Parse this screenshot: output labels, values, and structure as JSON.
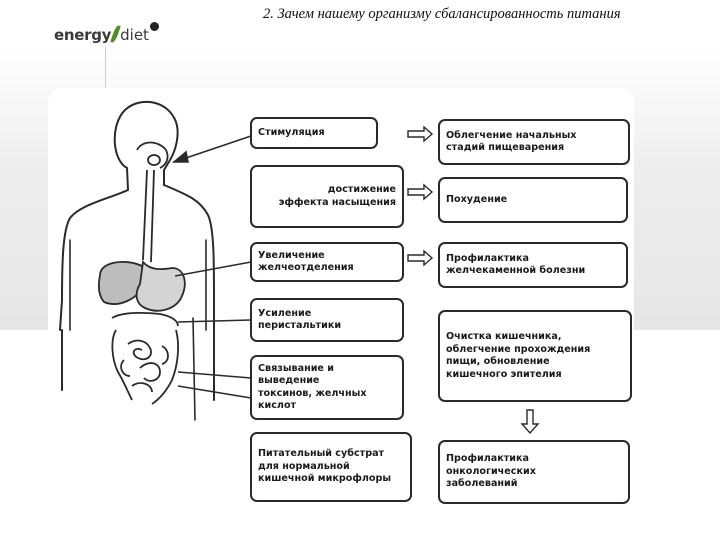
{
  "header": {
    "logo_text_energy": "energy",
    "logo_text_diet": "diet",
    "title": "2. Зачем нашему организму сбалансированность питания"
  },
  "effects": [
    {
      "id": "stimulation",
      "label": "Стимуляция"
    },
    {
      "id": "satiety",
      "label": "достижение\nэффекта насыщения"
    },
    {
      "id": "bile",
      "label": "Увеличение\nжелчеотделения"
    },
    {
      "id": "peristalsis",
      "label": "Усиление\nперистальтики"
    },
    {
      "id": "toxins",
      "label": "Связывание и выведение\nтоксинов, желчных кислот"
    },
    {
      "id": "substrate",
      "label": "Питательный субстрат\nдля нормальной\nкишечной микрофлоры"
    }
  ],
  "outcomes": [
    {
      "id": "initial-digestion",
      "label": "Облегчение начальных\nстадий пищеварения"
    },
    {
      "id": "weight-loss",
      "label": "Похудение"
    },
    {
      "id": "gallstone-prevention",
      "label": "Профилактика\nжелчекаменной болезни"
    },
    {
      "id": "intestine-cleansing",
      "label": "Очистка кишечника,\nоблегчение прохождения\nпищи, обновление\nкишечного эпителия"
    },
    {
      "id": "cancer-prevention",
      "label": "Профилактика\nонкологических\nзаболеваний"
    }
  ],
  "colors": {
    "leaf": "#4f8f2a",
    "ink": "#2a2a2a"
  }
}
